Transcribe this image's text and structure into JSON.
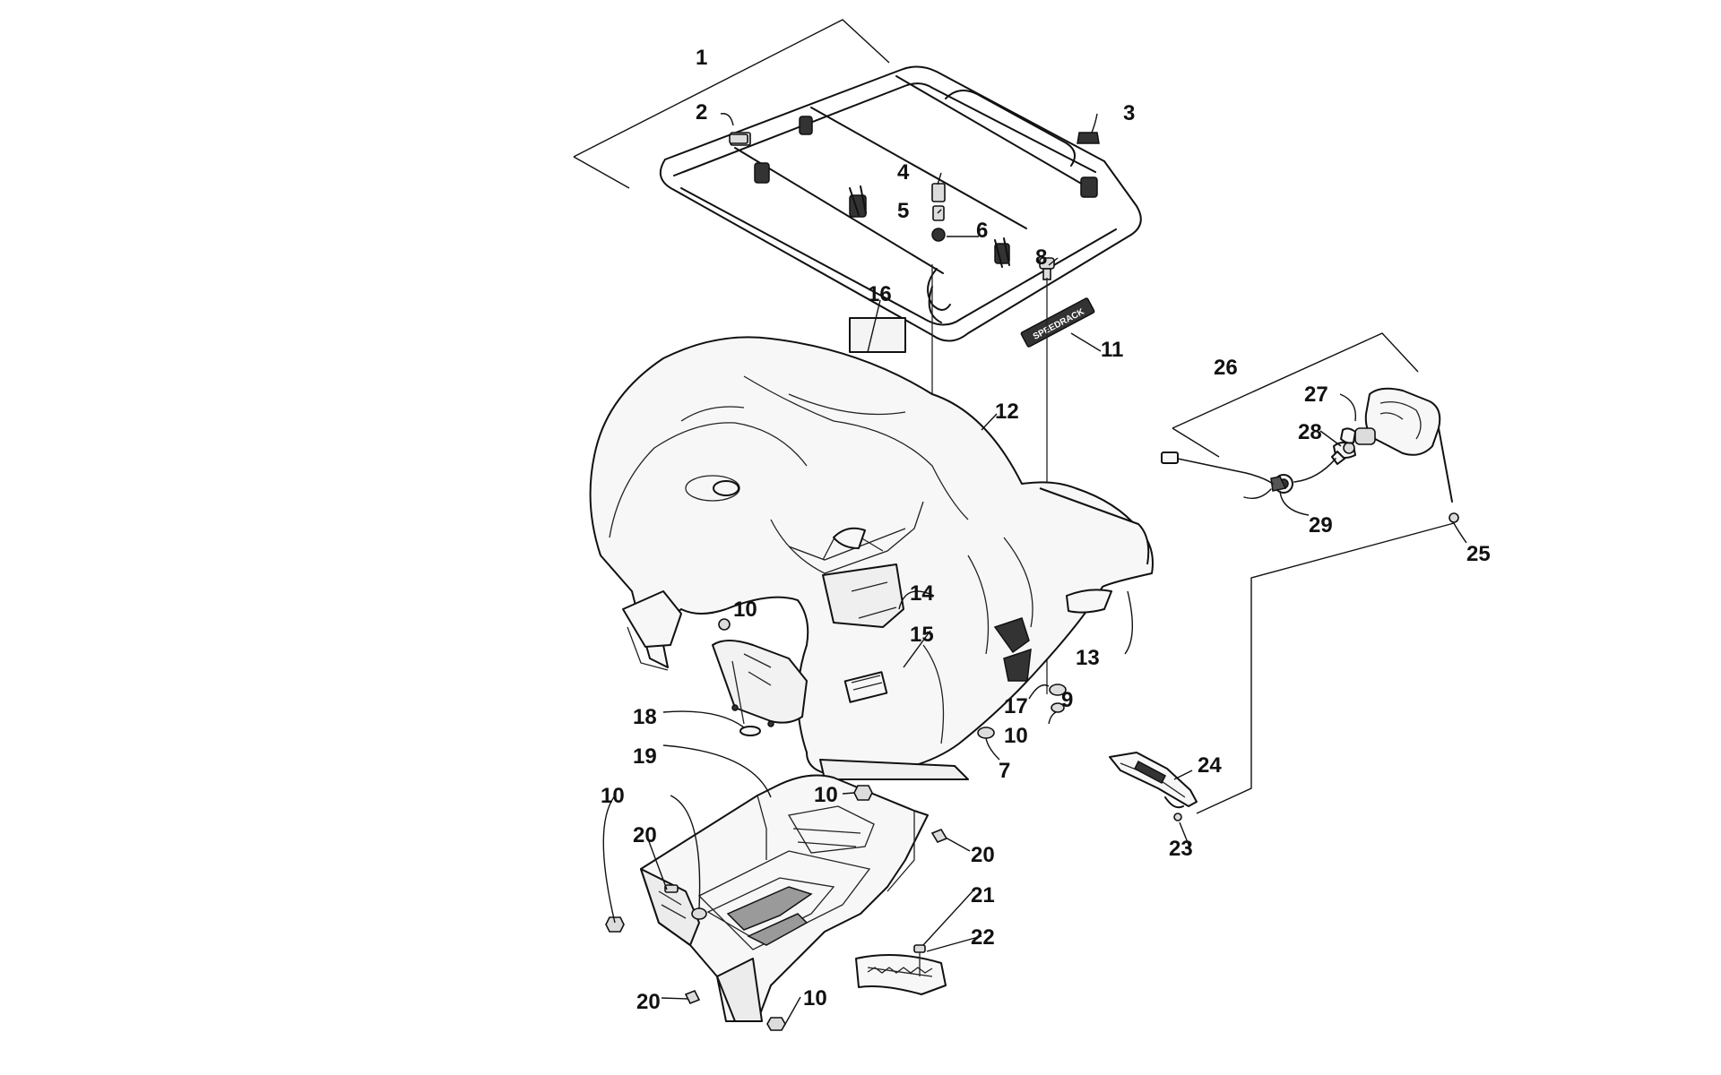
{
  "callouts": {
    "c1": "1",
    "c2": "2",
    "c3": "3",
    "c4": "4",
    "c5": "5",
    "c6": "6",
    "c7": "7",
    "c8": "8",
    "c9": "9",
    "c10a": "10",
    "c10b": "10",
    "c10c": "10",
    "c10d": "10",
    "c10e": "10",
    "c11": "11",
    "c12": "12",
    "c13": "13",
    "c14": "14",
    "c15": "15",
    "c16": "16",
    "c17": "17",
    "c18": "18",
    "c19": "19",
    "c20a": "20",
    "c20b": "20",
    "c20c": "20",
    "c21": "21",
    "c22": "22",
    "c23": "23",
    "c24": "24",
    "c25": "25",
    "c26": "26",
    "c27": "27",
    "c28": "28",
    "c29": "29"
  },
  "rack_decal": "SPEEDRACK"
}
